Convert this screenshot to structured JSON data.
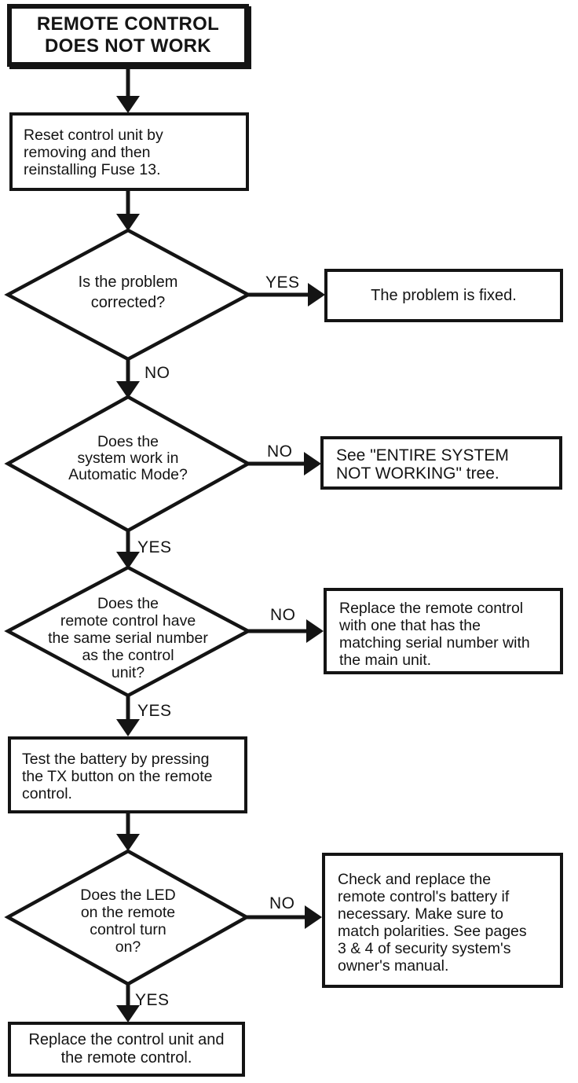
{
  "flowchart": {
    "title": "REMOTE CONTROL\nDOES NOT WORK",
    "steps": {
      "reset_fuse": "Reset control unit by\nremoving and then\nreinstalling Fuse 13.",
      "problem_fixed": "The problem is fixed.",
      "see_entire_system": "See \"ENTIRE SYSTEM\nNOT WORKING\" tree.",
      "replace_remote": "Replace the remote control\nwith one that has the\nmatching serial number with\nthe main unit.",
      "test_battery": "Test the battery by pressing\nthe TX button on the remote\ncontrol.",
      "check_battery": "Check and replace the\nremote control's battery if\nnecessary. Make sure to\nmatch polarities. See pages\n3 & 4 of security system's\nowner's manual.",
      "replace_both": "Replace the control unit and\nthe remote control."
    },
    "decisions": {
      "problem_corrected": "Is the problem\ncorrected?",
      "automatic_mode": "Does the\nsystem work in\nAutomatic Mode?",
      "serial_number": "Does the\nremote control have\nthe same serial number\nas the control\nunit?",
      "led_on": "Does the LED\non the remote\ncontrol turn\non?"
    },
    "branch_labels": {
      "d1_yes": "YES",
      "d1_no": "NO",
      "d2_no": "NO",
      "d2_yes": "YES",
      "d3_no": "NO",
      "d3_yes": "YES",
      "d4_no": "NO",
      "d4_yes": "YES"
    },
    "colors": {
      "ink": "#141414",
      "paper": "#ffffff"
    }
  }
}
